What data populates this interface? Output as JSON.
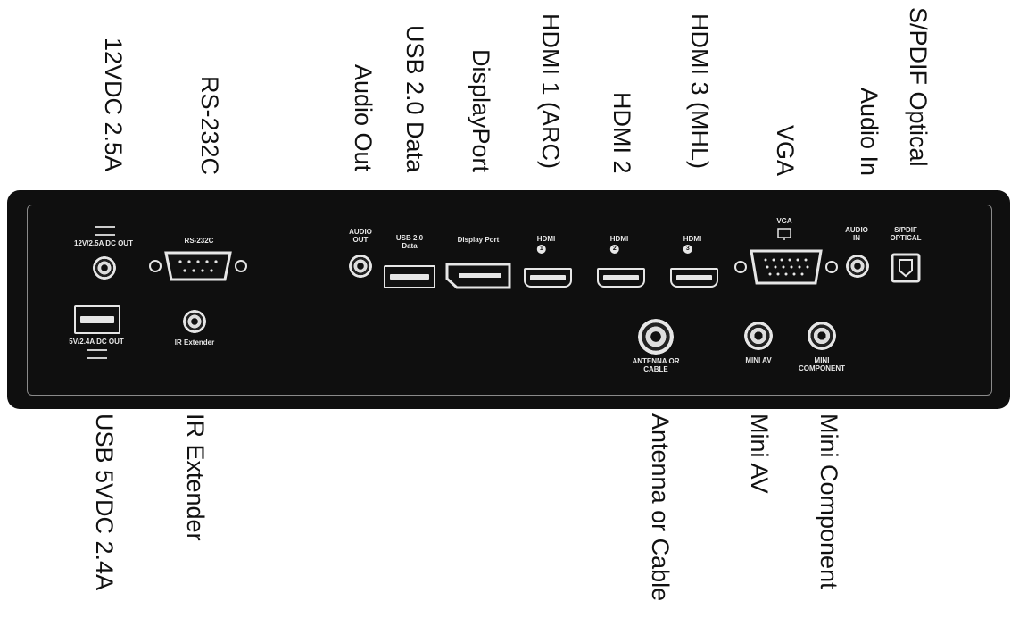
{
  "callouts_top": {
    "dc_12v": "12VDC 2.5A",
    "rs232c": "RS-232C",
    "audio_out": "Audio Out",
    "usb_data": "USB 2.0 Data",
    "displayport": "DisplayPort",
    "hdmi1": "HDMI 1 (ARC)",
    "hdmi2": "HDMI 2",
    "hdmi3": "HDMI 3 (MHL)",
    "vga": "VGA",
    "audio_in": "Audio In",
    "spdif": "S/PDIF Optical"
  },
  "callouts_bottom": {
    "usb_5v": "USB 5VDC 2.4A",
    "ir_extender": "IR Extender",
    "antenna": "Antenna or Cable",
    "mini_av": "Mini AV",
    "mini_component": "Mini Component"
  },
  "panel_labels": {
    "dc_out_12v": "12V/2.5A DC OUT",
    "rs232c": "RS-232C",
    "audio_out": [
      "AUDIO",
      "OUT"
    ],
    "usb_data": [
      "USB 2.0",
      "Data"
    ],
    "displayport": "Display Port",
    "hdmi1": "HDMI",
    "hdmi2": "HDMI",
    "hdmi3": "HDMI",
    "hdmi1_num": "1",
    "hdmi2_num": "2",
    "hdmi3_num": "3",
    "vga": "VGA",
    "audio_in": [
      "AUDIO",
      "IN"
    ],
    "spdif": [
      "S/PDIF",
      "OPTICAL"
    ],
    "dc_out_5v": "5V/2.4A DC OUT",
    "ir_extender": "IR Extender",
    "antenna": [
      "ANTENNA OR",
      "CABLE"
    ],
    "mini_av": "MINI AV",
    "mini_component": [
      "MINI",
      "COMPONENT"
    ]
  }
}
